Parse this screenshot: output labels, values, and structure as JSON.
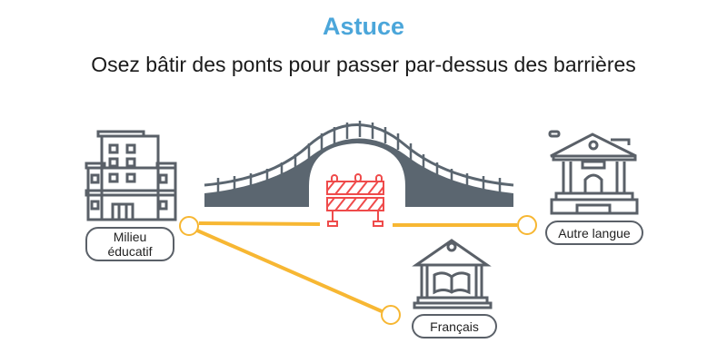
{
  "title": "Astuce",
  "subtitle": "Osez bâtir des ponts pour passer par-dessus des barrières",
  "nodes": {
    "school": "Milieu éducatif",
    "other_language": "Autre langue",
    "french": "Français"
  },
  "colors": {
    "title": "#4ba6da",
    "line": "#f7b733",
    "icon": "#5a6068",
    "barrier": "#ef4b4b",
    "bridge": "#5b6670"
  }
}
